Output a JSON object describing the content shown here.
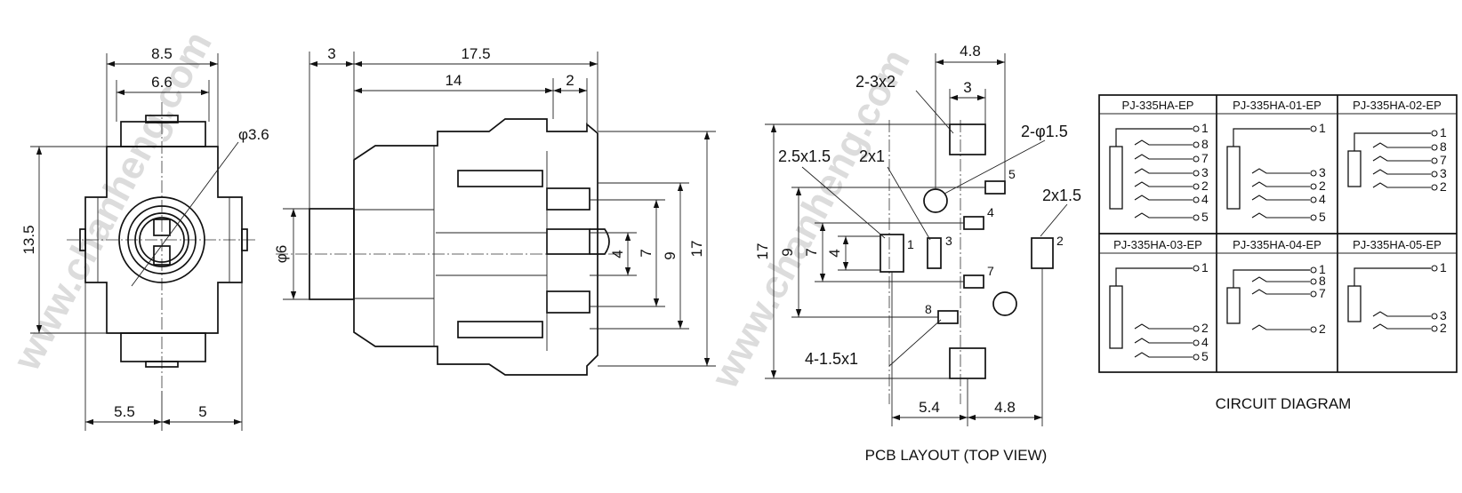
{
  "watermark": "www.chanheng.com",
  "front_view": {
    "dims": {
      "width_outer": "8.5",
      "width_inner": "6.6",
      "hole": "φ3.6",
      "height": "13.5",
      "bottom_left": "5.5",
      "bottom_right": "5"
    }
  },
  "side_view": {
    "dims": {
      "nose": "3",
      "length": "17.5",
      "body": "14",
      "pin_offset": "2",
      "diameter": "φ6",
      "pin_4": "4",
      "pin_7": "7",
      "pin_9": "9",
      "height": "17"
    }
  },
  "pcb_layout": {
    "caption": "PCB LAYOUT (TOP VIEW)",
    "labels": {
      "slot_2_3x2": "2-3x2",
      "hole_2_phi15": "2-φ1.5",
      "pad_25x15": "2.5x1.5",
      "pad_2x1": "2x1",
      "pad_2x15": "2x1.5",
      "pads_4_15x1": "4-1.5x1"
    },
    "dims": {
      "top_48": "4.8",
      "top_3": "3",
      "bottom_54": "5.4",
      "bottom_48": "4.8",
      "v_17": "17",
      "v_9": "9",
      "v_7": "7",
      "v_4": "4"
    },
    "pins": [
      "1",
      "2",
      "3",
      "4",
      "5",
      "7",
      "8"
    ]
  },
  "circuit_diagram": {
    "caption": "CIRCUIT DIAGRAM",
    "models": [
      {
        "name": "PJ-335HA-EP",
        "pins": [
          "1",
          "8",
          "7",
          "3",
          "2",
          "4",
          "5"
        ]
      },
      {
        "name": "PJ-335HA-01-EP",
        "pins": [
          "1",
          "3",
          "2",
          "4",
          "5"
        ]
      },
      {
        "name": "PJ-335HA-02-EP",
        "pins": [
          "1",
          "8",
          "7",
          "3",
          "2"
        ]
      },
      {
        "name": "PJ-335HA-03-EP",
        "pins": [
          "1",
          "2",
          "4",
          "5"
        ]
      },
      {
        "name": "PJ-335HA-04-EP",
        "pins": [
          "1",
          "8",
          "7",
          "2"
        ]
      },
      {
        "name": "PJ-335HA-05-EP",
        "pins": [
          "1",
          "3",
          "2"
        ]
      }
    ]
  }
}
